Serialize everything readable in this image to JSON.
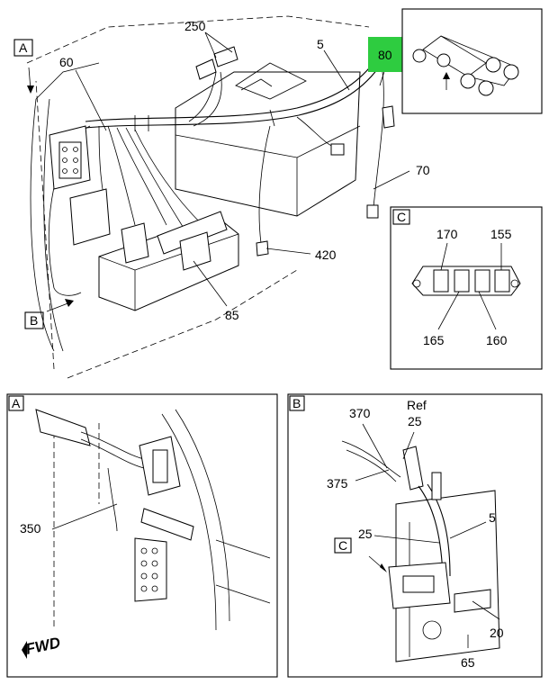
{
  "main_view": {
    "callouts": [
      "250",
      "5",
      "80",
      "60",
      "70",
      "420",
      "85"
    ],
    "view_refs": {
      "a": "A",
      "b": "B"
    },
    "highlight_color": "#2ecc40"
  },
  "detail_c": {
    "box_label": "C",
    "callouts": [
      "170",
      "155",
      "165",
      "160"
    ]
  },
  "detail_a": {
    "box_label": "A",
    "callouts": [
      "350"
    ],
    "fwd_label": "FWD"
  },
  "detail_b": {
    "box_label": "B",
    "callouts": [
      "370",
      "Ref",
      "25",
      "375",
      "25",
      "5",
      "20",
      "65"
    ],
    "view_ref": "C"
  }
}
